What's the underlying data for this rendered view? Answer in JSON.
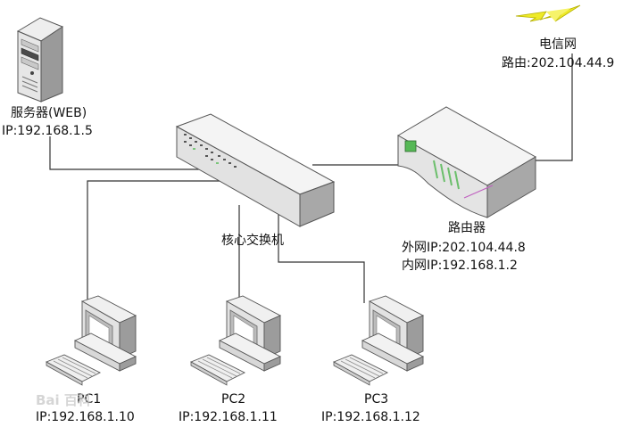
{
  "telecom": {
    "name": "电信网",
    "route_label": "路由:202.104.44.9",
    "bolt_color": "#e9e51f"
  },
  "server": {
    "name": "服务器(WEB)",
    "ip": "IP:192.168.1.5"
  },
  "router": {
    "name": "路由器",
    "wan_ip": "外网IP:202.104.44.8",
    "lan_ip": "内网IP:192.168.1.2"
  },
  "core_switch": {
    "name": "核心交换机"
  },
  "clients": [
    {
      "name": "PC1",
      "ip": "IP:192.168.1.10"
    },
    {
      "name": "PC2",
      "ip": "IP:192.168.1.11"
    },
    {
      "name": "PC3",
      "ip": "IP:192.168.1.12"
    }
  ],
  "watermark": {
    "text": "Bai 百科"
  },
  "icons": {
    "server": "server-tower-icon",
    "switch": "network-switch-icon",
    "router": "router-icon",
    "pc": "desktop-computer-icon",
    "telecom": "lightning-bolt-icon"
  }
}
